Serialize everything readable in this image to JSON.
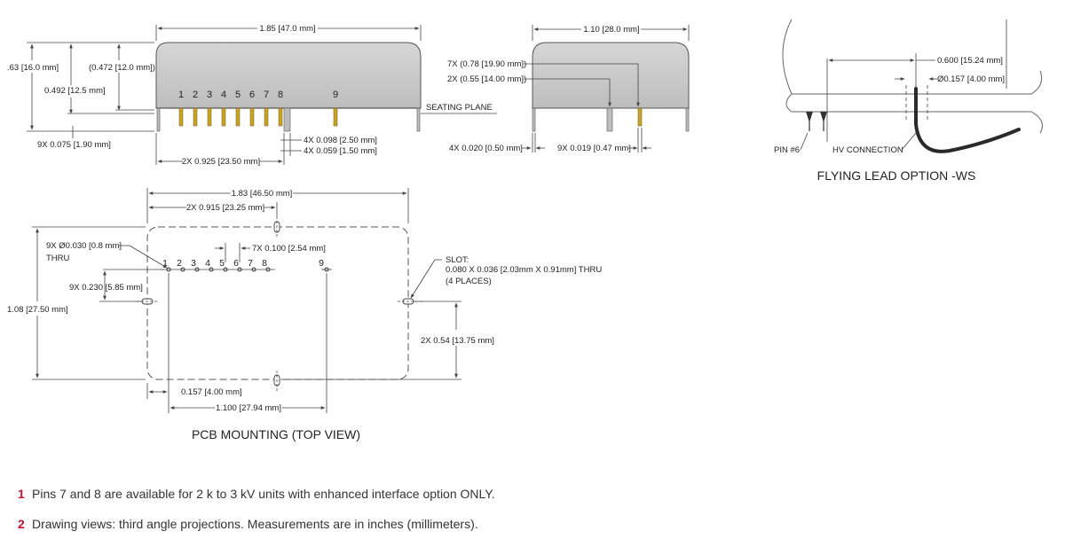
{
  "side_view": {
    "width": "1.85 [47.0 mm]",
    "height_total": ".63 [16.0 mm]",
    "height_body": "(0.472 [12.0 mm])",
    "height_492": "0.492 [12.5 mm]",
    "pin_labels": [
      "1",
      "2",
      "3",
      "4",
      "5",
      "6",
      "7",
      "8",
      "9"
    ],
    "seating_plane": "SEATING PLANE",
    "pin_len": "9X 0.075 [1.90 mm]",
    "pin_span": "2X 0.925 [23.50 mm]",
    "pin_w1": "4X 0.098 [2.50 mm]",
    "pin_w2": "4X 0.059 [1.50 mm]"
  },
  "end_view": {
    "width": "1.10 [28.0 mm]",
    "dim_078": "7X (0.78 [19.90 mm])",
    "dim_055": "2X (0.55 [14.00 mm])",
    "dim_020": "4X 0.020 [0.50 mm]",
    "dim_019": "9X 0.019 [0.47 mm]"
  },
  "flying_lead": {
    "dim_600": "0.600 [15.24 mm]",
    "dim_157": "Ø0.157 [4.00 mm]",
    "pin6": "PIN #6",
    "hv": "HV CONNECTION",
    "caption": "FLYING LEAD OPTION -WS"
  },
  "pcb": {
    "width": "1.83 [46.50 mm]",
    "half": "2X 0.915 [23.25 mm]",
    "hole": "9X Ø0.030 [0.8 mm]",
    "thru": "THRU",
    "pitch": "7X 0.100 [2.54 mm]",
    "pin_labels": [
      "1",
      "2",
      "3",
      "4",
      "5",
      "6",
      "7",
      "8",
      "9"
    ],
    "row_offset": "9X 0.230 [5.85 mm]",
    "height": "1.08 [27.50 mm]",
    "slot_title": "SLOT:",
    "slot_dims": "0.080 X 0.036 [2.03mm X 0.91mm] THRU",
    "slot_places": "(4 PLACES)",
    "half_height": "2X 0.54 [13.75 mm]",
    "dim_157": "0.157 [4.00 mm]",
    "dim_1100": "1.100 [27.94 mm]",
    "caption": "PCB MOUNTING (TOP VIEW)"
  },
  "notes": [
    {
      "num": "1",
      "text": "Pins 7 and 8 are available for 2 k to 3 kV units with enhanced interface option ONLY."
    },
    {
      "num": "2",
      "text": "Drawing views: third angle projections. Measurements are in inches (millimeters)."
    }
  ],
  "colors": {
    "body_fill": "#c8c8c8",
    "pin_gold": "#c9a227",
    "note_red": "#c8102e"
  }
}
